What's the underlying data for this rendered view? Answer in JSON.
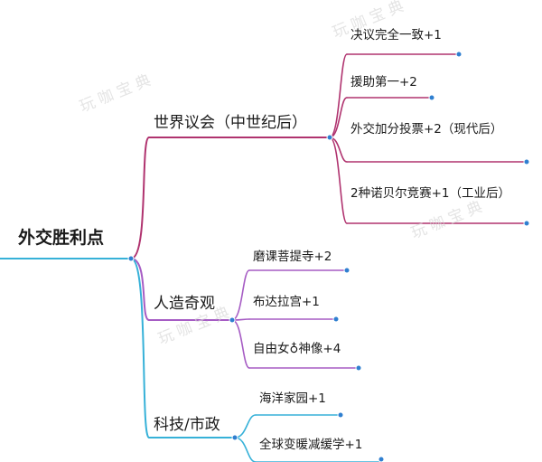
{
  "root": {
    "label": "外交胜利点"
  },
  "branches": [
    {
      "label": "世界议会（中世纪后）",
      "color": "#b0336f",
      "items": [
        "决议完全一致+1",
        "援助第一+2",
        "外交加分投票+2（现代后）",
        "2种诺贝尔竞赛+1（工业后）"
      ]
    },
    {
      "label": "人造奇观",
      "color": "#a65cc4",
      "items": [
        "磨课菩提寺+2",
        "布达拉宫+1",
        "自由女♁神像+4"
      ]
    },
    {
      "label": "科技/市政",
      "color": "#36b1d8",
      "items": [
        "海洋家园+1",
        "全球变暖减缓学+1"
      ]
    }
  ],
  "watermark": "玩咖宝典",
  "colors": {
    "root_line": "#36b1d8",
    "node_fill": "#2f7fd0"
  }
}
